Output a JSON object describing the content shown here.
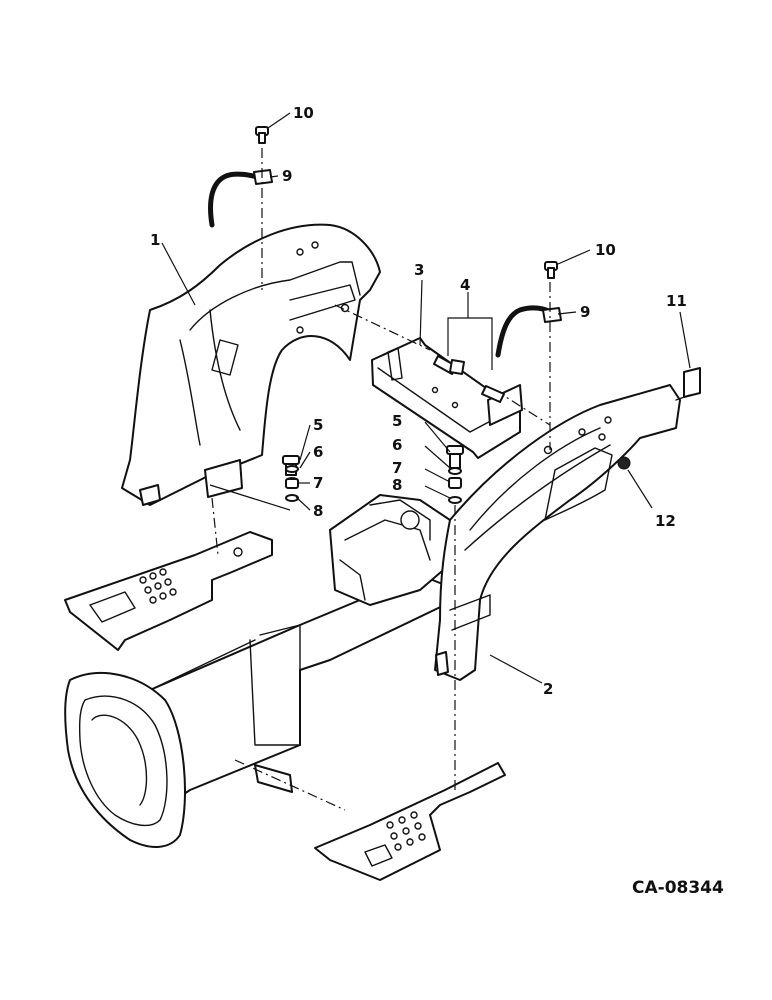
{
  "drawing_code": "CA-08344",
  "callouts": [
    {
      "id": "c1",
      "text": "1"
    },
    {
      "id": "c2",
      "text": "2"
    },
    {
      "id": "c3",
      "text": "3"
    },
    {
      "id": "c4",
      "text": "4"
    },
    {
      "id": "c5a",
      "text": "5"
    },
    {
      "id": "c6a",
      "text": "6"
    },
    {
      "id": "c7a",
      "text": "7"
    },
    {
      "id": "c8a",
      "text": "8"
    },
    {
      "id": "c5b",
      "text": "5"
    },
    {
      "id": "c6b",
      "text": "6"
    },
    {
      "id": "c7b",
      "text": "7"
    },
    {
      "id": "c8b",
      "text": "8"
    },
    {
      "id": "c9a",
      "text": "9"
    },
    {
      "id": "c10a",
      "text": "10"
    },
    {
      "id": "c9b",
      "text": "9"
    },
    {
      "id": "c10b",
      "text": "10"
    },
    {
      "id": "c11",
      "text": "11"
    },
    {
      "id": "c12",
      "text": "12"
    }
  ]
}
